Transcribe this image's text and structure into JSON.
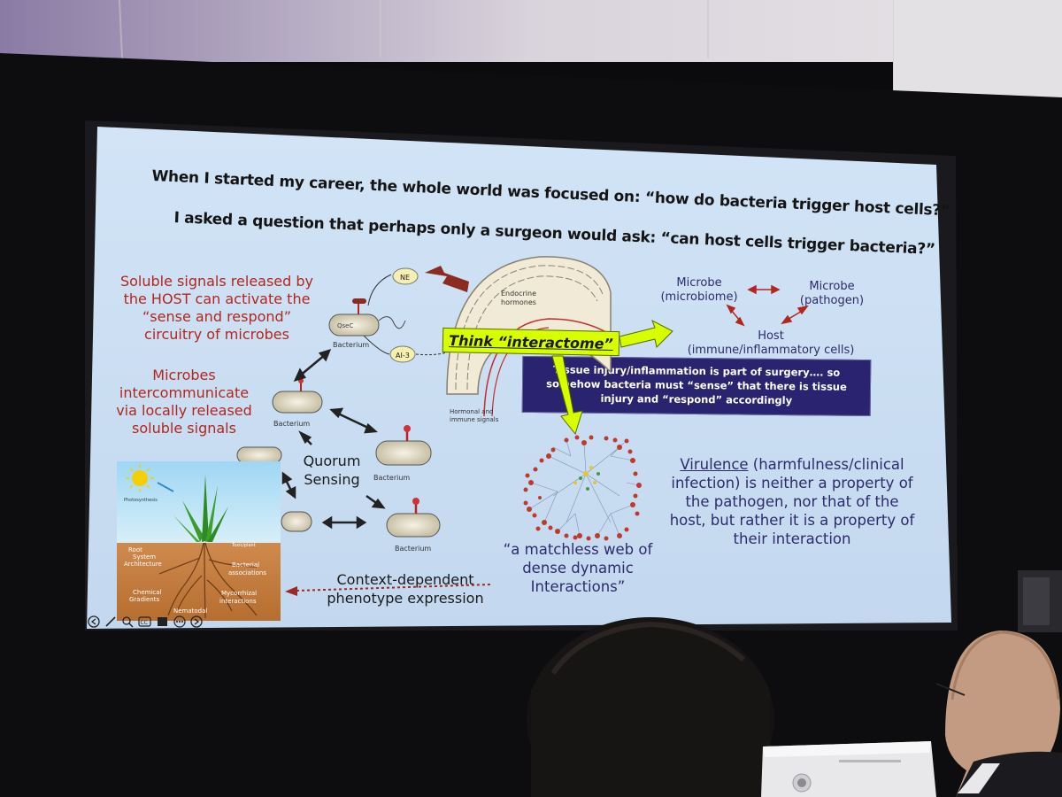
{
  "slide": {
    "heading_line1": "When I started my career, the whole world was focused on: “how do bacteria trigger host cells?”",
    "heading_line2": "I asked a question that perhaps only a surgeon would ask: “can host cells trigger bacteria?”",
    "soluble_signals": [
      "Soluble signals released by",
      "the HOST can activate the",
      "“sense and respond”",
      "circuitry of microbes"
    ],
    "microbes_intercommunicate": [
      "Microbes",
      "intercommunicate",
      "via locally released",
      "soluble signals"
    ],
    "quorum": [
      "Quorum",
      "Sensing"
    ],
    "context_dependent": [
      "Context-dependent",
      "phenotype expression"
    ],
    "think_interactome": "Think “interactome”",
    "tissue_injury": [
      "Tissue injury/inflammation is part of surgery…. so",
      "somehow bacteria must “sense” that there is tissue",
      "injury and “respond” accordingly"
    ],
    "matchless_web": [
      "“a matchless web of",
      "dense dynamic",
      "Interactions”"
    ],
    "virulence_word": "Virulence",
    "virulence_lines": [
      " (harmfulness/clinical",
      "infection) is neither a property of",
      "the pathogen, nor that of the",
      "host, but rather it is a property of",
      "their interaction"
    ],
    "microbe_left": [
      "Microbe",
      "(microbiome)"
    ],
    "microbe_right": [
      "Microbe",
      "(pathogen)"
    ],
    "host": [
      "Host",
      "(immune/inflammatory cells)"
    ],
    "diagram_labels": {
      "ne": "NE",
      "ai3": "AI-3",
      "qsec": "QseC",
      "bacterium": "Bacterium",
      "endocrine": [
        "Endocrine",
        "hormones"
      ],
      "hormonal": [
        "Hormonal and",
        "immune signals"
      ],
      "photosynthesis": "Photosynthesis",
      "root_system": [
        "Root",
        "System",
        "Architecture"
      ],
      "bacterial_assoc": [
        "Bacterial",
        "associations"
      ],
      "chemical_gradients": [
        "Chemical",
        "Gradients"
      ],
      "mycorrhizal": [
        "Mycorrhizal",
        "interactions"
      ],
      "nematodal": "Nematodal",
      "toxic": "Toxic/plant"
    }
  },
  "colors": {
    "slide_bg": "#cfe2f6",
    "red_text": "#b3261e",
    "navy_text": "#2d2b6b",
    "lime": "#d7ff00",
    "banner": "#2a2470"
  },
  "icons": [
    "back-icon",
    "pen-icon",
    "zoom-icon",
    "captions-icon",
    "screen-icon",
    "more-icon",
    "forward-icon"
  ]
}
